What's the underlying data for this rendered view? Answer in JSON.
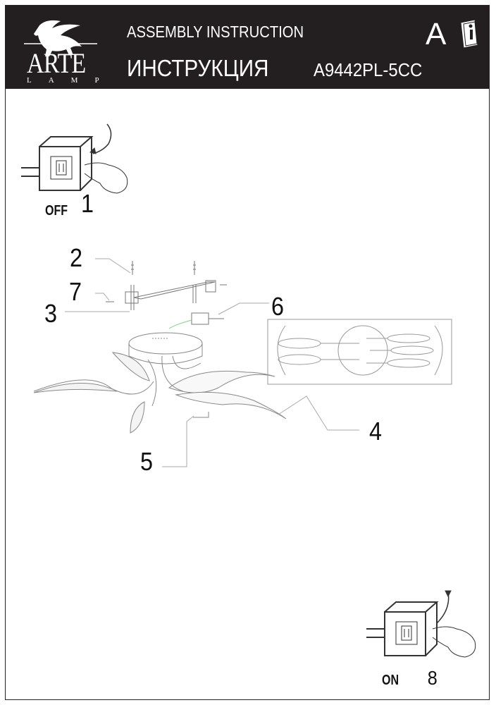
{
  "header": {
    "brand": "ARTE",
    "brand_sub": "LAMP",
    "title_en": "ASSEMBLY INSTRUCTION",
    "title_ru": "ИНСТРУКЦИЯ",
    "model": "A9442PL-5CC",
    "language_letter": "A"
  },
  "steps": {
    "switch_off_label": "OFF",
    "switch_off_num": "1",
    "part_2": "2",
    "part_7": "7",
    "part_3": "3",
    "part_6": "6",
    "part_4": "4",
    "part_5": "5",
    "switch_on_label": "ON",
    "switch_on_num": "8"
  }
}
